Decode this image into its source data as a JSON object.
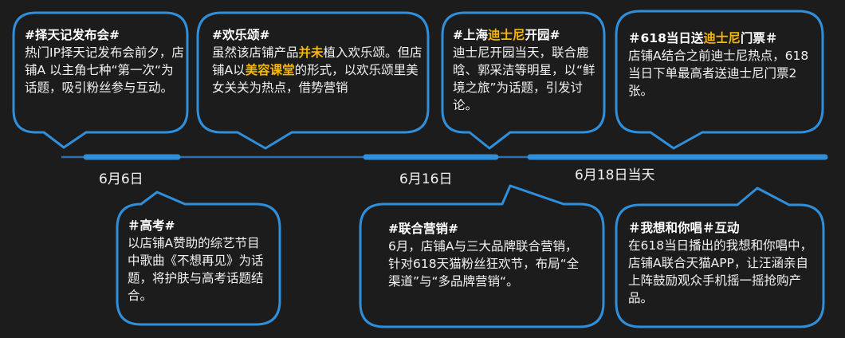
{
  "colors": {
    "background": "#1c1c1c",
    "accent_blue": "#2f8fdb",
    "timeline_thin": "#2e6fb0",
    "highlight_yellow": "#f5b800",
    "text": "#f2f2f2"
  },
  "timeline": {
    "dates": [
      {
        "label": "6月6日"
      },
      {
        "label": "6月16日"
      },
      {
        "label": "6月18日当天"
      }
    ]
  },
  "events_top": [
    {
      "title": "#择天记发布会#",
      "body": "热门IP择天记发布会前夕，店铺A 以主角七种“第一次“为话题，吸引粉丝参与互动。"
    },
    {
      "title": "#欢乐颂#",
      "body_parts": [
        "虽然该店铺产品",
        "并未",
        "植入欢乐颂。但店铺A以",
        "美容课堂",
        "的形式，以欢乐颂里美女关关为热点，借势营销"
      ]
    },
    {
      "title_parts": [
        "#上海",
        "迪士尼",
        "开园#"
      ],
      "body": "迪士尼开园当天，联合鹿晗、郭采洁等明星，以“鲜境之旅”为话题，引发讨论。"
    },
    {
      "title_parts": [
        "＃618当日送",
        "迪士尼",
        "门票＃"
      ],
      "body": "店铺A结合之前迪士尼热点，618当日下单最高者送迪士尼门票2张。"
    }
  ],
  "events_bottom": [
    {
      "title": "＃高考#",
      "body": "以店铺A赞助的综艺节目中歌曲《不想再见》为话题，将护肤与高考话题结合。"
    },
    {
      "title": "#联合营销#",
      "body": "6月，店铺A与三大品牌联合营销，针对618天猫粉丝狂欢节，布局“全渠道”与“多品牌营销“。"
    },
    {
      "title": "＃我想和你唱＃互动",
      "body": "在618当日播出的我想和你唱中，店铺A联合天猫APP，让汪涵亲自上阵鼓励观众手机摇一摇抢购产品。"
    }
  ]
}
